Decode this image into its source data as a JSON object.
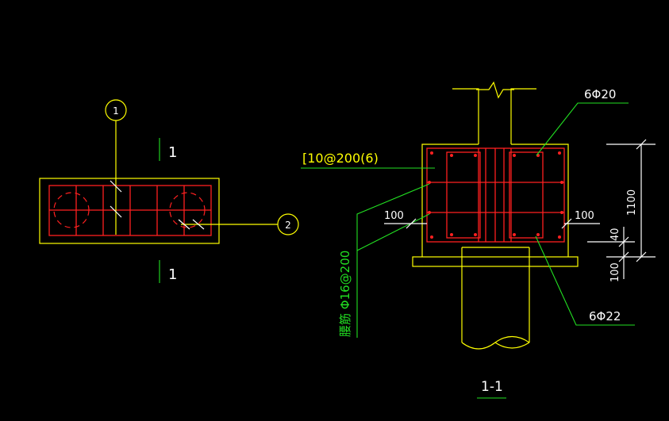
{
  "plan": {
    "axis_marker_1": "1",
    "axis_marker_2": "2",
    "section_mark_top": "1",
    "section_mark_bottom": "1"
  },
  "section": {
    "title": "1-1",
    "stirrup_label": "[10@200(6)",
    "top_rebar_label": "6Φ20",
    "bottom_rebar_label": "6Φ22",
    "waist_rebar_label": "腰筋 Φ16@200",
    "cover_left": "100",
    "cover_right": "100",
    "height_dim": "1100",
    "pile_embed_dim": "100",
    "small_dim": "40"
  },
  "colors": {
    "background": "#000000",
    "concrete_outline": "#ffff00",
    "rebar": "#ff2020",
    "leader": "#22e022",
    "dimension": "#ffffff"
  }
}
